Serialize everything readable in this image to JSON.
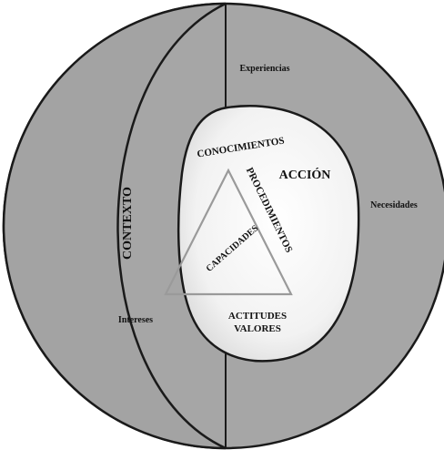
{
  "diagram": {
    "labels": {
      "contexto": "CONTEXTO",
      "experiencias": "Experiencias",
      "necesidades": "Necesidades",
      "intereses": "Intereses",
      "accion": "ACCIÓN",
      "conocimientos": "CONOCIMIENTOS",
      "procedimientos": "PROCEDIMIENTOS",
      "capacidades": "CAPACIDADES",
      "actitudes": "ACTITUDES",
      "valores": "VALORES"
    },
    "colors": {
      "sphere_fill": "#a6a6a6",
      "outline": "#1a1a1a",
      "core_fill": "#f4f4f4",
      "triangle_stroke": "#9a9a9a"
    }
  }
}
